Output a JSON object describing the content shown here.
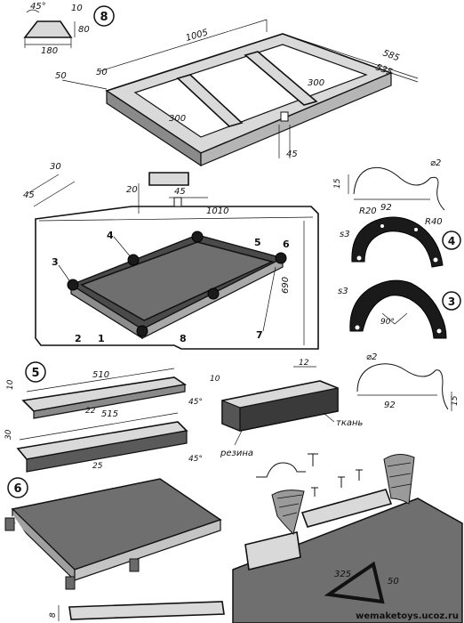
{
  "fig8": {
    "badge": "8",
    "section": {
      "angle": "45°",
      "top": "10",
      "height": "80",
      "width": "180"
    },
    "frame": {
      "length": "1005",
      "outer_width": "585",
      "inner_width": "535",
      "end_left": "50",
      "end_right": "50",
      "span_left": "300",
      "span_right": "300",
      "notch": "45"
    }
  },
  "tabletop": {
    "corner_a": "30",
    "corner_b": "45",
    "pocket_depth": "20",
    "pocket_w": "45",
    "length": "1010",
    "width": "690",
    "parts": [
      "1",
      "2",
      "3",
      "4",
      "5",
      "6",
      "7",
      "8"
    ]
  },
  "fig4": {
    "badge": "4",
    "radius_small": "R20",
    "radius_large": "R40",
    "thickness": "s3"
  },
  "wire_top": {
    "diameter": "⌀2",
    "width": "92",
    "height": "15"
  },
  "fig3": {
    "badge": "3",
    "thickness": "s3",
    "angle": "90°"
  },
  "wire_bottom": {
    "diameter": "⌀2",
    "width": "92",
    "height": "15"
  },
  "fig5": {
    "badge": "5",
    "rail1": {
      "length": "510",
      "height": "10",
      "end": "10",
      "angle": "45°",
      "wedge": "22"
    },
    "rail2": {
      "length": "515",
      "height": "30",
      "angle": "45°",
      "wedge": "25"
    }
  },
  "cushion": {
    "width": "12",
    "fabric": "ткань",
    "rubber": "резина"
  },
  "fig6": {
    "badge": "6"
  },
  "pocket_detail": {
    "dim1": "325",
    "dim2": "50"
  },
  "footer": {
    "dim": "8",
    "watermark": "wemaketoys.ucoz.ru"
  }
}
